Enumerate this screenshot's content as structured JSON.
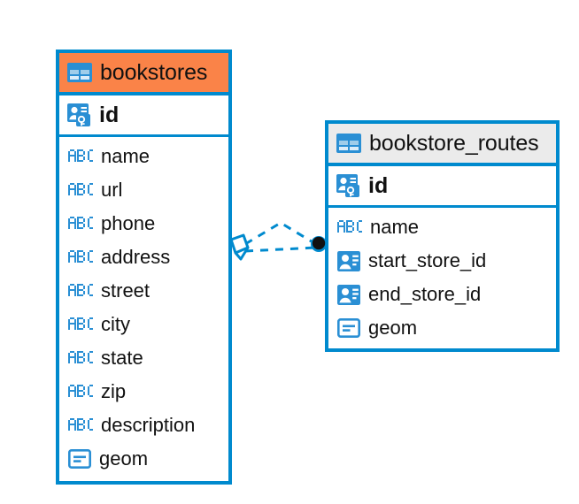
{
  "diagram": {
    "kind": "entity-relationship-diagram",
    "colors": {
      "border": "#008ACE",
      "accent_header": "#FA8348",
      "neutral_header": "#EBEBEB",
      "icon_blue": "#2A8FD4",
      "text": "#111111",
      "connector": "#008ACE",
      "endpoint_dot": "#111111"
    }
  },
  "entities": [
    {
      "name": "bookstores",
      "header_style": "orange",
      "header_icon": "table-icon",
      "primary_key": {
        "label": "id",
        "icon": "primary-key-icon"
      },
      "attributes": [
        {
          "label": "name",
          "icon": "abc-text-icon"
        },
        {
          "label": "url",
          "icon": "abc-text-icon"
        },
        {
          "label": "phone",
          "icon": "abc-text-icon"
        },
        {
          "label": "address",
          "icon": "abc-text-icon"
        },
        {
          "label": "street",
          "icon": "abc-text-icon"
        },
        {
          "label": "city",
          "icon": "abc-text-icon"
        },
        {
          "label": "state",
          "icon": "abc-text-icon"
        },
        {
          "label": "zip",
          "icon": "abc-text-icon"
        },
        {
          "label": "description",
          "icon": "abc-text-icon"
        },
        {
          "label": "geom",
          "icon": "geometry-icon"
        }
      ]
    },
    {
      "name": "bookstore_routes",
      "header_style": "gray",
      "header_icon": "table-icon",
      "primary_key": {
        "label": "id",
        "icon": "primary-key-icon"
      },
      "attributes": [
        {
          "label": "name",
          "icon": "abc-text-icon"
        },
        {
          "label": "start_store_id",
          "icon": "foreign-key-icon"
        },
        {
          "label": "end_store_id",
          "icon": "foreign-key-icon"
        },
        {
          "label": "geom",
          "icon": "geometry-icon"
        }
      ]
    }
  ],
  "relationship": {
    "from_entity": "bookstores",
    "to_entity": "bookstore_routes",
    "line_style": "dashed",
    "from_endpoint": "diamond",
    "to_endpoint": "filled-dot"
  }
}
